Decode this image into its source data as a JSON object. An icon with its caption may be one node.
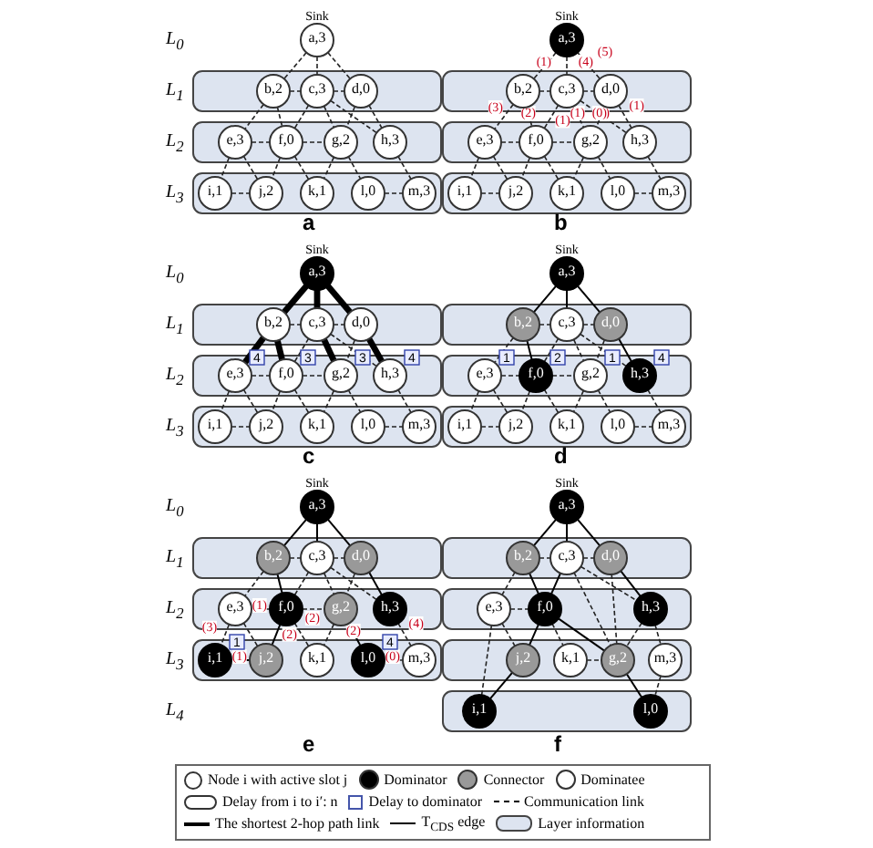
{
  "diagram": {
    "nodes": [
      {
        "text": [
          "a,3"
        ],
        "beside": [
          "Sink"
        ]
      },
      {
        "text": [],
        "shape": "box"
      },
      {
        "text": [
          "b,2"
        ],
        "in": 1
      },
      {
        "text": [
          "c,3"
        ],
        "in": 1
      },
      {
        "text": [
          "d,0"
        ],
        "in": 1
      },
      {
        "text": [],
        "shape": "box"
      },
      {
        "text": [
          "e,3"
        ],
        "in": 5
      },
      {
        "text": [
          "f,0"
        ],
        "in": 5
      },
      {
        "text": [
          "g,2"
        ],
        "in": 5
      },
      {
        "text": [
          "h,3"
        ],
        "in": 5
      },
      {
        "text": [],
        "shape": "box"
      },
      {
        "text": [
          "i,1"
        ],
        "in": 10
      },
      {
        "text": [
          "j,2"
        ],
        "in": 10
      },
      {
        "text": [
          "k,1"
        ],
        "in": 10
      },
      {
        "text": [
          "l,0"
        ],
        "in": 10
      },
      {
        "text": [
          "m,3"
        ],
        "in": 10
      },
      {
        "text": [
          "a,3"
        ],
        "beside": [
          "Sink"
        ]
      },
      {
        "text": [],
        "shape": "box"
      },
      {
        "text": [
          "b,2"
        ],
        "in": 17
      },
      {
        "text": [
          "c,3"
        ],
        "in": 17
      },
      {
        "text": [
          "d,0"
        ],
        "in": 17
      },
      {
        "text": [],
        "shape": "box"
      },
      {
        "text": [
          "e,3"
        ],
        "in": 21
      },
      {
        "text": [
          "f,0"
        ],
        "in": 21
      },
      {
        "text": [
          "g,2"
        ],
        "in": 21
      },
      {
        "text": [
          "h,3"
        ],
        "in": 21
      },
      {
        "text": [],
        "shape": "box"
      },
      {
        "text": [
          "i,1"
        ],
        "in": 26
      },
      {
        "text": [
          "j,2"
        ],
        "in": 26
      },
      {
        "text": [
          "k,1"
        ],
        "in": 26
      },
      {
        "text": [
          "l,0"
        ],
        "in": 26
      },
      {
        "text": [
          "m,3"
        ],
        "in": 26
      },
      {
        "text": [
          "a,3"
        ],
        "beside": [
          "Sink"
        ]
      },
      {
        "text": [],
        "shape": "box"
      },
      {
        "text": [
          "b,2"
        ],
        "in": 33
      },
      {
        "text": [
          "c,3"
        ],
        "in": 33
      },
      {
        "text": [
          "d,0"
        ],
        "in": 33
      },
      {
        "text": [],
        "shape": "box"
      },
      {
        "text": [
          "e,3"
        ],
        "in": 37,
        "beside": [
          "4"
        ]
      },
      {
        "text": [
          "f,0"
        ],
        "in": 37,
        "beside": [
          "3"
        ]
      },
      {
        "text": [
          "g,2"
        ],
        "in": 37,
        "beside": [
          "3"
        ]
      },
      {
        "text": [
          "h,3"
        ],
        "in": 37,
        "beside": [
          "4"
        ]
      },
      {
        "text": [],
        "shape": "box"
      },
      {
        "text": [
          "i,1"
        ],
        "in": 42
      },
      {
        "text": [
          "j,2"
        ],
        "in": 42
      },
      {
        "text": [
          "k,1"
        ],
        "in": 42
      },
      {
        "text": [
          "l,0"
        ],
        "in": 42
      },
      {
        "text": [
          "m,3"
        ],
        "in": 42
      },
      {
        "text": [
          "a,3"
        ],
        "beside": [
          "Sink"
        ]
      },
      {
        "text": [],
        "shape": "box"
      },
      {
        "text": [
          "b,2"
        ],
        "in": 49
      },
      {
        "text": [
          "c,3"
        ],
        "in": 49
      },
      {
        "text": [
          "d,0"
        ],
        "in": 49
      },
      {
        "text": [],
        "shape": "box"
      },
      {
        "text": [
          "e,3"
        ],
        "in": 53,
        "beside": [
          "1"
        ]
      },
      {
        "text": [
          "f,0"
        ],
        "in": 53,
        "beside": [
          "2"
        ]
      },
      {
        "text": [
          "g,2"
        ],
        "in": 53,
        "beside": [
          "1"
        ]
      },
      {
        "text": [
          "h,3"
        ],
        "in": 53,
        "beside": [
          "4"
        ]
      },
      {
        "text": [],
        "shape": "box"
      },
      {
        "text": [
          "i,1"
        ],
        "in": 58
      },
      {
        "text": [
          "j,2"
        ],
        "in": 58
      },
      {
        "text": [
          "k,1"
        ],
        "in": 58
      },
      {
        "text": [
          "l,0"
        ],
        "in": 58
      },
      {
        "text": [
          "m,3"
        ],
        "in": 58
      },
      {
        "text": [
          "a,3"
        ],
        "beside": [
          "Sink"
        ]
      },
      {
        "text": [],
        "shape": "box"
      },
      {
        "text": [
          "b,2"
        ],
        "in": 65
      },
      {
        "text": [
          "c,3"
        ],
        "in": 65
      },
      {
        "text": [
          "d,0"
        ],
        "in": 65
      },
      {
        "text": [],
        "shape": "box"
      },
      {
        "text": [
          "e,3"
        ],
        "in": 69
      },
      {
        "text": [
          "f,0"
        ],
        "in": 69
      },
      {
        "text": [
          "g,2"
        ],
        "in": 69
      },
      {
        "text": [
          "h,3"
        ],
        "in": 69
      },
      {
        "text": [],
        "shape": "box"
      },
      {
        "text": [
          "i,1"
        ],
        "in": 74,
        "beside": [
          "1"
        ]
      },
      {
        "text": [
          "j,2"
        ],
        "in": 74
      },
      {
        "text": [
          "k,1"
        ],
        "in": 74
      },
      {
        "text": [
          "l,0"
        ],
        "in": 74,
        "beside": [
          "4"
        ]
      },
      {
        "text": [
          "m,3"
        ],
        "in": 74
      },
      {
        "text": [
          "a,3"
        ],
        "beside": [
          "Sink"
        ]
      },
      {
        "text": [],
        "shape": "box"
      },
      {
        "text": [
          "b,2"
        ],
        "in": 81
      },
      {
        "text": [
          "c,3"
        ],
        "in": 81
      },
      {
        "text": [
          "d,0"
        ],
        "in": 81
      },
      {
        "text": [],
        "shape": "box"
      },
      {
        "text": [
          "e,3"
        ],
        "in": 85
      },
      {
        "text": [
          "f,0"
        ],
        "in": 85
      },
      {
        "text": [
          "h,3"
        ],
        "in": 85
      },
      {
        "text": [],
        "shape": "box"
      },
      {
        "text": [
          "j,2"
        ],
        "in": 89
      },
      {
        "text": [
          "k,1"
        ],
        "in": 89
      },
      {
        "text": [
          "g,2"
        ],
        "in": 89
      },
      {
        "text": [
          "m,3"
        ],
        "in": 89
      },
      {
        "text": [],
        "shape": "box"
      },
      {
        "text": [
          "i,1"
        ],
        "in": 94
      },
      {
        "text": [
          "l,0"
        ],
        "in": 94
      }
    ],
    "edges": [
      {
        "from": 0,
        "to": 2,
        "arrow": "none",
        "style": "dashed"
      },
      {
        "from": 0,
        "to": 3,
        "arrow": "none",
        "style": "dashed"
      },
      {
        "from": 0,
        "to": 4,
        "arrow": "none",
        "style": "dashed"
      },
      {
        "from": 2,
        "to": 3,
        "arrow": "none",
        "style": "dashed"
      },
      {
        "from": 3,
        "to": 4,
        "arrow": "none",
        "style": "dashed"
      },
      {
        "from": 2,
        "to": 6,
        "arrow": "none",
        "style": "dashed"
      },
      {
        "from": 2,
        "to": 7,
        "arrow": "none",
        "style": "dashed"
      },
      {
        "from": 3,
        "to": 7,
        "arrow": "none",
        "style": "dashed"
      },
      {
        "from": 3,
        "to": 8,
        "arrow": "none",
        "style": "dashed"
      },
      {
        "from": 3,
        "to": 9,
        "arrow": "none",
        "style": "dashed"
      },
      {
        "from": 4,
        "to": 8,
        "arrow": "none",
        "style": "dashed"
      },
      {
        "from": 4,
        "to": 9,
        "arrow": "none",
        "style": "dashed"
      },
      {
        "from": 6,
        "to": 7,
        "arrow": "none",
        "style": "dashed"
      },
      {
        "from": 7,
        "to": 8,
        "arrow": "none",
        "style": "dashed"
      },
      {
        "from": 6,
        "to": 11,
        "arrow": "none",
        "style": "dashed"
      },
      {
        "from": 6,
        "to": 12,
        "arrow": "none",
        "style": "dashed"
      },
      {
        "from": 7,
        "to": 12,
        "arrow": "none",
        "style": "dashed"
      },
      {
        "from": 7,
        "to": 13,
        "arrow": "none",
        "style": "dashed"
      },
      {
        "from": 8,
        "to": 13,
        "arrow": "none",
        "style": "dashed"
      },
      {
        "from": 8,
        "to": 14,
        "arrow": "none",
        "style": "dashed"
      },
      {
        "from": 9,
        "to": 15,
        "arrow": "none",
        "style": "dashed"
      },
      {
        "from": 11,
        "to": 12,
        "arrow": "none",
        "style": "dashed"
      },
      {
        "from": 14,
        "to": 15,
        "arrow": "none",
        "style": "dashed"
      },
      {
        "from": 16,
        "to": 18,
        "arrow": "none",
        "style": "dashed",
        "label": "(1)"
      },
      {
        "from": 16,
        "to": 19,
        "arrow": "none",
        "style": "dashed",
        "label": "(4)"
      },
      {
        "from": 16,
        "to": 20,
        "arrow": "none",
        "style": "dashed",
        "label": "(5)"
      },
      {
        "from": 18,
        "to": 19,
        "arrow": "none",
        "style": "dashed"
      },
      {
        "from": 19,
        "to": 20,
        "arrow": "none",
        "style": "dashed"
      },
      {
        "from": 18,
        "to": 22,
        "arrow": "none",
        "style": "dashed",
        "label": "(3)"
      },
      {
        "from": 18,
        "to": 23,
        "arrow": "none",
        "style": "dashed",
        "label": "(2)"
      },
      {
        "from": 19,
        "to": 23,
        "arrow": "none",
        "style": "dashed",
        "label": "(1)"
      },
      {
        "from": 19,
        "to": 24,
        "arrow": "none",
        "style": "dashed",
        "label": "(1)"
      },
      {
        "from": 19,
        "to": 25,
        "arrow": "none",
        "style": "dashed",
        "label": "(4)"
      },
      {
        "from": 20,
        "to": 24,
        "arrow": "none",
        "style": "dashed",
        "label": "(0)"
      },
      {
        "from": 20,
        "to": 25,
        "arrow": "none",
        "style": "dashed",
        "label": "(1)"
      },
      {
        "from": 22,
        "to": 23,
        "arrow": "none",
        "style": "dashed"
      },
      {
        "from": 23,
        "to": 24,
        "arrow": "none",
        "style": "dashed"
      },
      {
        "from": 22,
        "to": 27,
        "arrow": "none",
        "style": "dashed"
      },
      {
        "from": 22,
        "to": 28,
        "arrow": "none",
        "style": "dashed"
      },
      {
        "from": 23,
        "to": 28,
        "arrow": "none",
        "style": "dashed"
      },
      {
        "from": 23,
        "to": 29,
        "arrow": "none",
        "style": "dashed"
      },
      {
        "from": 24,
        "to": 29,
        "arrow": "none",
        "style": "dashed"
      },
      {
        "from": 24,
        "to": 30,
        "arrow": "none",
        "style": "dashed"
      },
      {
        "from": 25,
        "to": 31,
        "arrow": "none",
        "style": "dashed"
      },
      {
        "from": 27,
        "to": 28,
        "arrow": "none",
        "style": "dashed"
      },
      {
        "from": 30,
        "to": 31,
        "arrow": "none",
        "style": "dashed"
      },
      {
        "from": 32,
        "to": 34,
        "arrow": "none",
        "style": "thick"
      },
      {
        "from": 32,
        "to": 35,
        "arrow": "none",
        "style": "thick"
      },
      {
        "from": 32,
        "to": 36,
        "arrow": "none",
        "style": "thick"
      },
      {
        "from": 34,
        "to": 35,
        "arrow": "none",
        "style": "dashed"
      },
      {
        "from": 35,
        "to": 36,
        "arrow": "none",
        "style": "dashed"
      },
      {
        "from": 34,
        "to": 38,
        "arrow": "none",
        "style": "thick"
      },
      {
        "from": 34,
        "to": 39,
        "arrow": "none",
        "style": "thick"
      },
      {
        "from": 35,
        "to": 39,
        "arrow": "none",
        "style": "dashed"
      },
      {
        "from": 35,
        "to": 40,
        "arrow": "none",
        "style": "thick"
      },
      {
        "from": 35,
        "to": 41,
        "arrow": "none",
        "style": "dashed"
      },
      {
        "from": 36,
        "to": 40,
        "arrow": "none",
        "style": "dashed"
      },
      {
        "from": 36,
        "to": 41,
        "arrow": "none",
        "style": "thick"
      },
      {
        "from": 38,
        "to": 39,
        "arrow": "none",
        "style": "dashed"
      },
      {
        "from": 39,
        "to": 40,
        "arrow": "none",
        "style": "dashed"
      },
      {
        "from": 38,
        "to": 43,
        "arrow": "none",
        "style": "dashed"
      },
      {
        "from": 38,
        "to": 44,
        "arrow": "none",
        "style": "dashed"
      },
      {
        "from": 39,
        "to": 44,
        "arrow": "none",
        "style": "dashed"
      },
      {
        "from": 39,
        "to": 45,
        "arrow": "none",
        "style": "dashed"
      },
      {
        "from": 40,
        "to": 45,
        "arrow": "none",
        "style": "dashed"
      },
      {
        "from": 40,
        "to": 46,
        "arrow": "none",
        "style": "dashed"
      },
      {
        "from": 41,
        "to": 47,
        "arrow": "none",
        "style": "dashed"
      },
      {
        "from": 43,
        "to": 44,
        "arrow": "none",
        "style": "dashed"
      },
      {
        "from": 46,
        "to": 47,
        "arrow": "none",
        "style": "dashed"
      },
      {
        "from": 48,
        "to": 50,
        "arrow": "none"
      },
      {
        "from": 48,
        "to": 51,
        "arrow": "none"
      },
      {
        "from": 48,
        "to": 52,
        "arrow": "none"
      },
      {
        "from": 50,
        "to": 51,
        "arrow": "none",
        "style": "dashed"
      },
      {
        "from": 51,
        "to": 52,
        "arrow": "none",
        "style": "dashed"
      },
      {
        "from": 50,
        "to": 54,
        "arrow": "none",
        "style": "dashed"
      },
      {
        "from": 50,
        "to": 55,
        "arrow": "none"
      },
      {
        "from": 51,
        "to": 55,
        "arrow": "none",
        "style": "dashed"
      },
      {
        "from": 51,
        "to": 56,
        "arrow": "none",
        "style": "dashed"
      },
      {
        "from": 51,
        "to": 57,
        "arrow": "none",
        "style": "dashed"
      },
      {
        "from": 52,
        "to": 56,
        "arrow": "none",
        "style": "dashed"
      },
      {
        "from": 52,
        "to": 57,
        "arrow": "none"
      },
      {
        "from": 54,
        "to": 55,
        "arrow": "none",
        "style": "dashed"
      },
      {
        "from": 55,
        "to": 56,
        "arrow": "none",
        "style": "dashed"
      },
      {
        "from": 54,
        "to": 59,
        "arrow": "none",
        "style": "dashed"
      },
      {
        "from": 54,
        "to": 60,
        "arrow": "none",
        "style": "dashed"
      },
      {
        "from": 55,
        "to": 60,
        "arrow": "none",
        "style": "dashed"
      },
      {
        "from": 55,
        "to": 61,
        "arrow": "none",
        "style": "dashed"
      },
      {
        "from": 56,
        "to": 61,
        "arrow": "none",
        "style": "dashed"
      },
      {
        "from": 56,
        "to": 62,
        "arrow": "none",
        "style": "dashed"
      },
      {
        "from": 57,
        "to": 63,
        "arrow": "none",
        "style": "dashed"
      },
      {
        "from": 59,
        "to": 60,
        "arrow": "none",
        "style": "dashed"
      },
      {
        "from": 62,
        "to": 63,
        "arrow": "none",
        "style": "dashed"
      },
      {
        "from": 64,
        "to": 66,
        "arrow": "none"
      },
      {
        "from": 64,
        "to": 67,
        "arrow": "none"
      },
      {
        "from": 64,
        "to": 68,
        "arrow": "none"
      },
      {
        "from": 66,
        "to": 67,
        "arrow": "none",
        "style": "dashed"
      },
      {
        "from": 67,
        "to": 68,
        "arrow": "none",
        "style": "dashed"
      },
      {
        "from": 66,
        "to": 70,
        "arrow": "none",
        "style": "dashed"
      },
      {
        "from": 66,
        "to": 71,
        "arrow": "none"
      },
      {
        "from": 67,
        "to": 71,
        "arrow": "none",
        "style": "dashed"
      },
      {
        "from": 67,
        "to": 72,
        "arrow": "none",
        "style": "dashed"
      },
      {
        "from": 67,
        "to": 73,
        "arrow": "none",
        "style": "dashed"
      },
      {
        "from": 68,
        "to": 72,
        "arrow": "none",
        "style": "dashed"
      },
      {
        "from": 68,
        "to": 73,
        "arrow": "none"
      },
      {
        "from": 70,
        "to": 71,
        "arrow": "none",
        "style": "dashed",
        "label": "(1)"
      },
      {
        "from": 71,
        "to": 72,
        "arrow": "none",
        "style": "dashed",
        "label": "(2)"
      },
      {
        "from": 70,
        "to": 75,
        "arrow": "none",
        "style": "dashed",
        "label": "(3)"
      },
      {
        "from": 70,
        "to": 76,
        "arrow": "none",
        "style": "dashed"
      },
      {
        "from": 71,
        "to": 76,
        "arrow": "none",
        "label": "(2)"
      },
      {
        "from": 71,
        "to": 77,
        "arrow": "none",
        "style": "dashed"
      },
      {
        "from": 72,
        "to": 77,
        "arrow": "none",
        "style": "dashed"
      },
      {
        "from": 72,
        "to": 78,
        "arrow": "none",
        "label": "(2)"
      },
      {
        "from": 73,
        "to": 79,
        "arrow": "none",
        "style": "dashed",
        "label": "(4)"
      },
      {
        "from": 75,
        "to": 76,
        "arrow": "none",
        "label": "(1)"
      },
      {
        "from": 78,
        "to": 79,
        "arrow": "none",
        "style": "dashed",
        "label": "(0)"
      },
      {
        "from": 80,
        "to": 82,
        "arrow": "none"
      },
      {
        "from": 80,
        "to": 83,
        "arrow": "none"
      },
      {
        "from": 80,
        "to": 84,
        "arrow": "none"
      },
      {
        "from": 82,
        "to": 83,
        "arrow": "none",
        "style": "dashed"
      },
      {
        "from": 83,
        "to": 84,
        "arrow": "none",
        "style": "dashed"
      },
      {
        "from": 82,
        "to": 86,
        "arrow": "none",
        "style": "dashed"
      },
      {
        "from": 82,
        "to": 87,
        "arrow": "none"
      },
      {
        "from": 83,
        "to": 87,
        "arrow": "none"
      },
      {
        "from": 83,
        "to": 88,
        "arrow": "none",
        "style": "dashed"
      },
      {
        "from": 83,
        "to": 92,
        "arrow": "none",
        "style": "dashed"
      },
      {
        "from": 84,
        "to": 88,
        "arrow": "none"
      },
      {
        "from": 84,
        "to": 92,
        "arrow": "none",
        "style": "dashed"
      },
      {
        "from": 86,
        "to": 87,
        "arrow": "none",
        "style": "dashed"
      },
      {
        "from": 86,
        "to": 90,
        "arrow": "none",
        "style": "dashed"
      },
      {
        "from": 86,
        "to": 95,
        "arrow": "none",
        "style": "dashed"
      },
      {
        "from": 87,
        "to": 90,
        "arrow": "none"
      },
      {
        "from": 87,
        "to": 91,
        "arrow": "none",
        "style": "dashed"
      },
      {
        "from": 87,
        "to": 92,
        "arrow": "none"
      },
      {
        "from": 88,
        "to": 92,
        "arrow": "none",
        "style": "dashed"
      },
      {
        "from": 88,
        "to": 93,
        "arrow": "none",
        "style": "dashed"
      },
      {
        "from": 91,
        "to": 92,
        "arrow": "none",
        "style": "dashed"
      },
      {
        "from": 90,
        "to": 95,
        "arrow": "none"
      },
      {
        "from": 92,
        "to": 96,
        "arrow": "none"
      },
      {
        "from": 93,
        "to": 96,
        "arrow": "none",
        "style": "dashed"
      }
    ],
    "labels": [
      "L$_{0}$",
      "L$_{1}$",
      "L$_{2}$",
      "L$_{3}$",
      "a",
      "b",
      "L$_{0}$",
      "L$_{1}$",
      "L$_{2}$",
      "L$_{3}$",
      "c",
      "d",
      "L$_{0}$",
      "L$_{1}$",
      "L$_{2}$",
      "L$_{3}$",
      "L$_{4}$",
      "e",
      "f"
    ],
    "legend": [
      {
        "text": "Node i with active slot j"
      },
      {
        "text": "Dominator",
        "color": "#000000"
      },
      {
        "text": "Connector",
        "color": "#999999"
      },
      {
        "text": "Dominatee",
        "color": "#ffffff"
      },
      {
        "text": "Delay from i to i′: n"
      },
      {
        "text": "Delay to dominator"
      },
      {
        "text": "Communication link"
      },
      {
        "text": "The shortest 2-hop path link"
      },
      {
        "text": "T$_{CDS}$ edge"
      },
      {
        "text": "Layer information"
      }
    ]
  }
}
